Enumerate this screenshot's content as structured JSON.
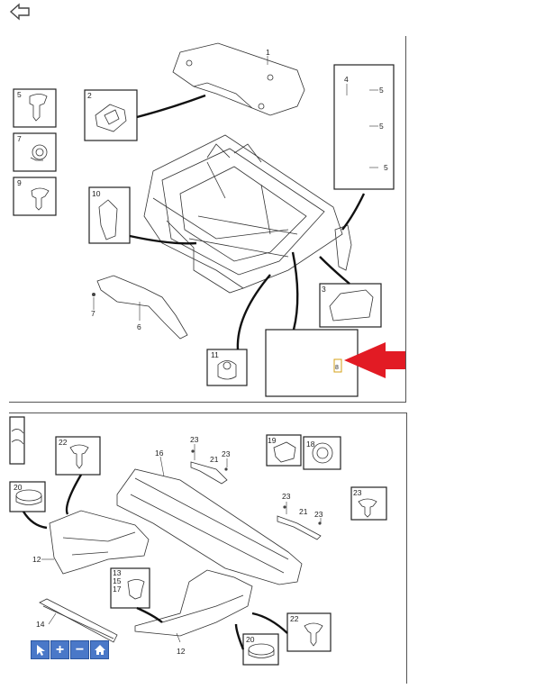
{
  "toolbar": {
    "back_icon": "back-arrow-icon",
    "buttons": [
      {
        "icon": "cursor-arrow-icon"
      },
      {
        "icon": "zoom-in-icon",
        "glyph": "+"
      },
      {
        "icon": "zoom-out-icon",
        "glyph": "−"
      },
      {
        "icon": "home-icon"
      }
    ]
  },
  "top_diagram": {
    "callouts": {
      "n1": "1",
      "n2": "2",
      "n3": "3",
      "n4": "4",
      "n5a": "5",
      "n5b": "5",
      "n5c": "5",
      "n5d": "5",
      "n6": "6",
      "n7a": "7",
      "n7b": "7",
      "n9": "9",
      "n10": "10",
      "n11": "11",
      "n8": "8"
    }
  },
  "bottom_diagram": {
    "callouts": {
      "n12a": "12",
      "n12b": "12",
      "n13": "13",
      "n15": "15",
      "n17": "17",
      "n14": "14",
      "n16": "16",
      "n18": "18",
      "n19": "19",
      "n20a": "20",
      "n20b": "20",
      "n21a": "21",
      "n21b": "21",
      "n22a": "22",
      "n22b": "22",
      "n23a": "23",
      "n23b": "23",
      "n23c": "23",
      "n23d": "23",
      "n23e": "23"
    }
  },
  "colors": {
    "arrow": "#e21b24",
    "line": "#222222",
    "toolbar": "#4a78c8"
  }
}
